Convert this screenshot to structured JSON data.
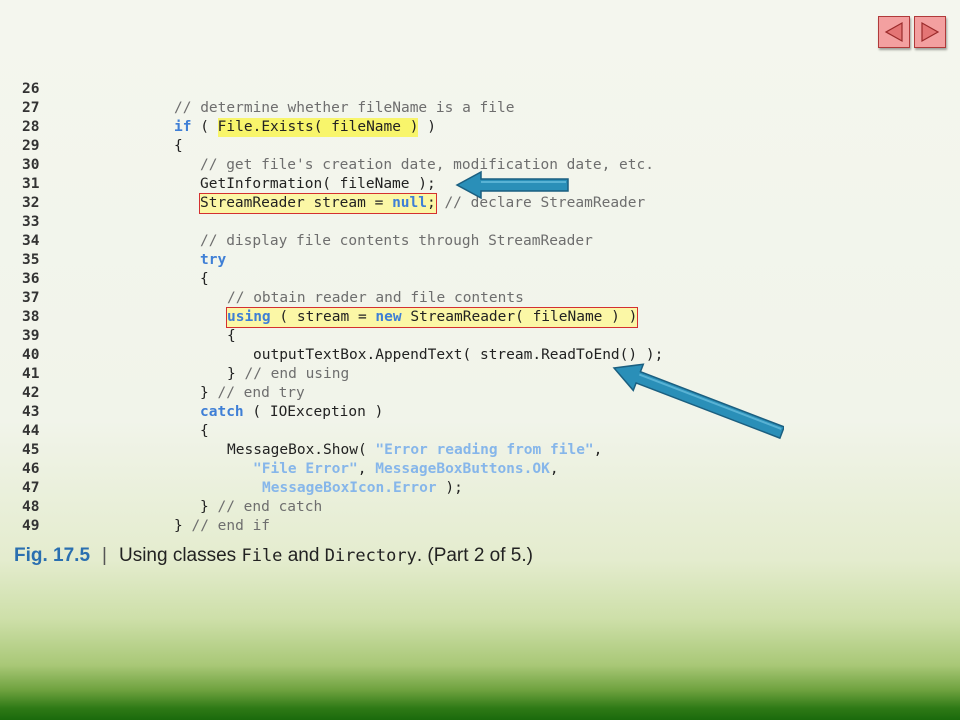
{
  "nav": {
    "prev_icon": "left-triangle-icon",
    "next_icon": "right-triangle-icon",
    "color": "#f3a0a0"
  },
  "code": {
    "l26": {
      "num": "26"
    },
    "l27": {
      "num": "27",
      "comment": "// determine whether fileName is a file"
    },
    "l28": {
      "num": "28",
      "kw": "if",
      "t1": " ( ",
      "hl": "File.Exists( fileName )",
      "t2": " )"
    },
    "l29": {
      "num": "29",
      "text": "{"
    },
    "l30": {
      "num": "30",
      "comment": "// get file's creation date, modification date, etc."
    },
    "l31": {
      "num": "31",
      "text": "GetInformation( fileName );"
    },
    "l32": {
      "num": "32",
      "t1": "StreamReader stream = ",
      "kw": "null",
      "t2": ";",
      "comment": " // declare StreamReader"
    },
    "l33": {
      "num": "33"
    },
    "l34": {
      "num": "34",
      "comment": "// display file contents through StreamReader"
    },
    "l35": {
      "num": "35",
      "kw": "try"
    },
    "l36": {
      "num": "36",
      "text": "{"
    },
    "l37": {
      "num": "37",
      "comment": "// obtain reader and file contents"
    },
    "l38": {
      "num": "38",
      "kw1": "using",
      "t1": " ( stream = ",
      "kw2": "new",
      "t2": " StreamReader( fileName ) )"
    },
    "l39": {
      "num": "39",
      "text": "{"
    },
    "l40": {
      "num": "40",
      "text": "outputTextBox.AppendText( stream.ReadToEnd() );"
    },
    "l41": {
      "num": "41",
      "text": "}",
      "comment": " // end using"
    },
    "l42": {
      "num": "42",
      "text": "}",
      "comment": " // end try"
    },
    "l43": {
      "num": "43",
      "kw": "catch",
      "t1": " ( IOException )"
    },
    "l44": {
      "num": "44",
      "text": "{"
    },
    "l45": {
      "num": "45",
      "t1": "MessageBox.Show( ",
      "st": "\"Error reading from file\"",
      "t2": ","
    },
    "l46": {
      "num": "46",
      "st1": "\"File Error\"",
      "t1": ", ",
      "st2": "MessageBoxButtons.OK",
      "t2": ","
    },
    "l47": {
      "num": "47",
      "st": "MessageBoxIcon.Error",
      "t1": " );"
    },
    "l48": {
      "num": "48",
      "text": "}",
      "comment": " // end catch"
    },
    "l49": {
      "num": "49",
      "text": "}",
      "comment": " // end if"
    }
  },
  "caption": {
    "fig": "Fig. 17.5",
    "sep": "|",
    "t1": "Using classes ",
    "c1": "File",
    "t2": " and ",
    "c2": "Directory",
    "t3": ". (Part 2 of 5.)"
  },
  "arrows": {
    "color": "#2a8fb8",
    "icon": "arrow-left-icon"
  }
}
